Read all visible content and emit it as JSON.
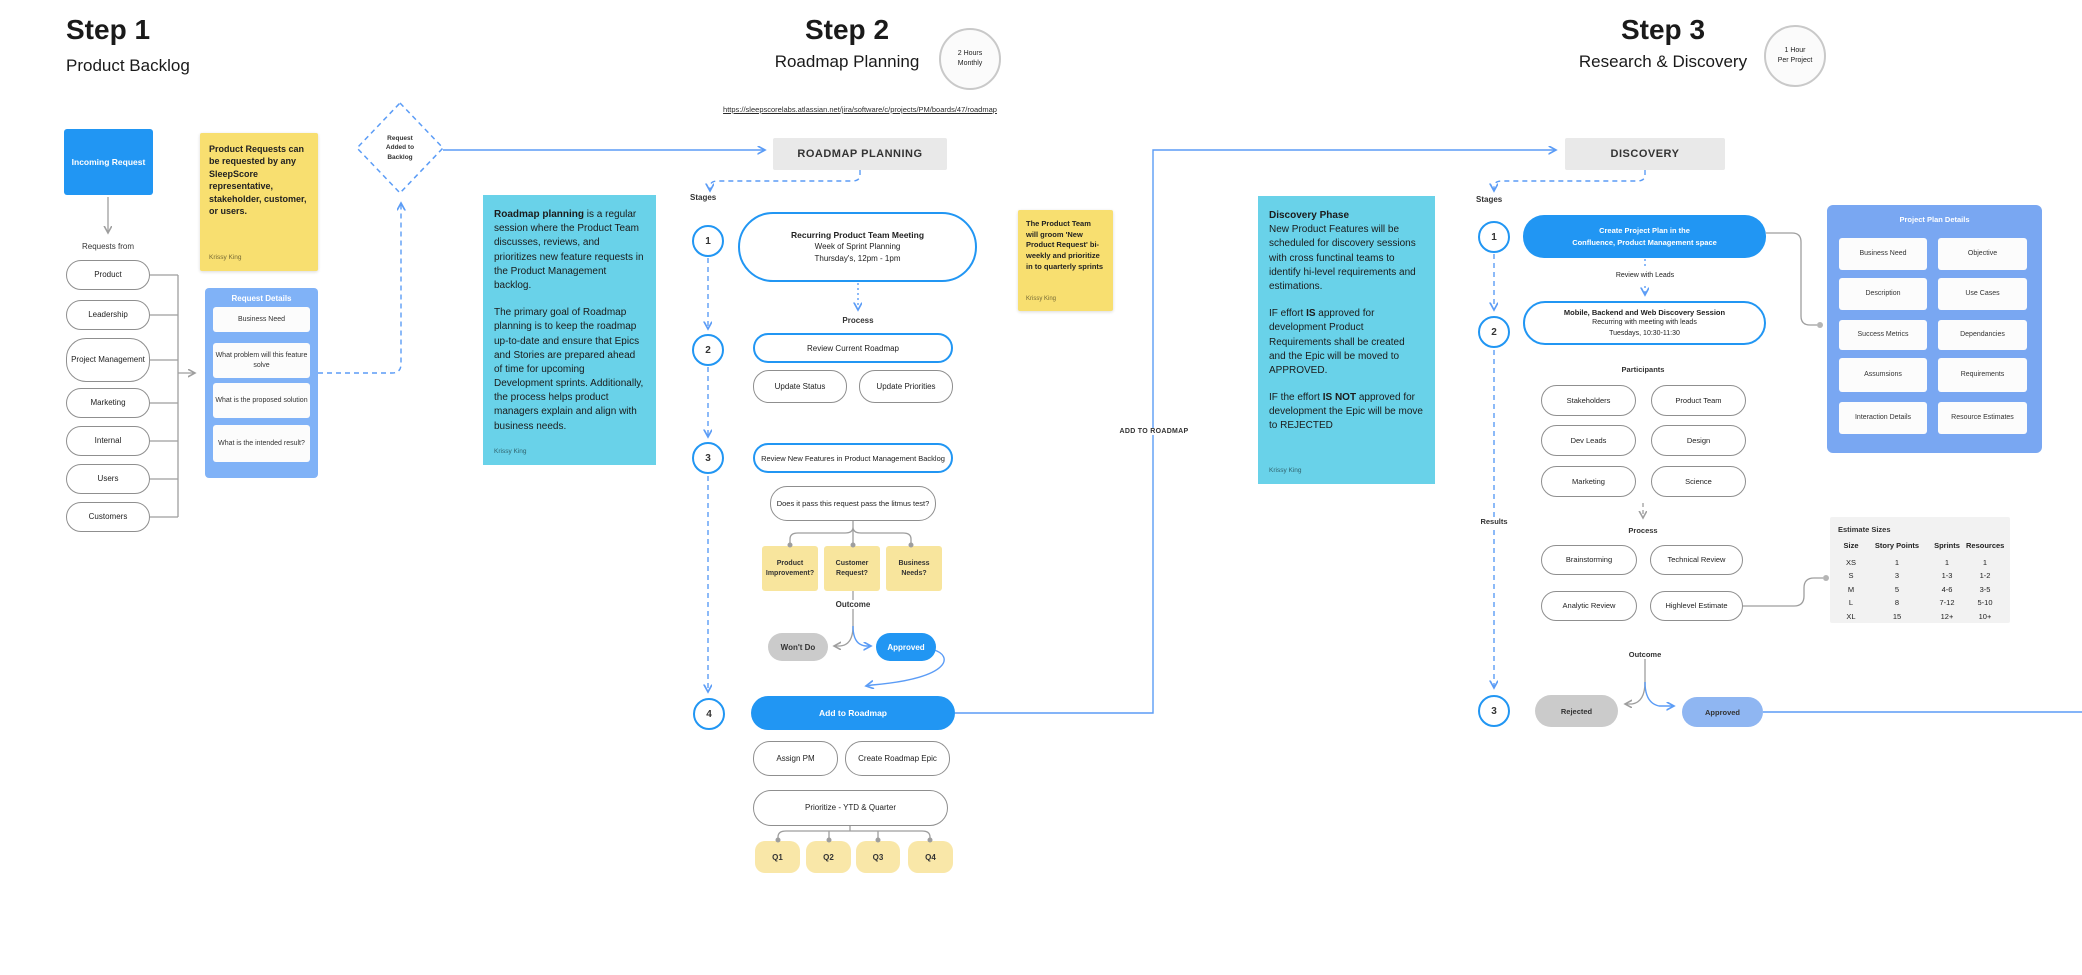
{
  "step1": {
    "title": "Step 1",
    "subtitle": "Product Backlog",
    "incoming_request": "Incoming Request",
    "requests_from_label": "Requests from",
    "sources": [
      "Product",
      "Leadership",
      "Project Management",
      "Marketing",
      "Internal",
      "Users",
      "Customers"
    ],
    "note": {
      "text": "Product Requests can be requested by any SleepScore representative, stakeholder, customer, or users.",
      "author": "Krissy King"
    },
    "request_details": {
      "title": "Request Details",
      "items": [
        "Business Need",
        "What problem will this feature solve",
        "What is the proposed solution",
        "What is the intended result?"
      ]
    },
    "decision": {
      "line1": "Request",
      "line2": "Added to",
      "line3": "Backlog"
    }
  },
  "step2": {
    "title": "Step 2",
    "subtitle": "Roadmap Planning",
    "badge": {
      "line1": "2 Hours",
      "line2": "Monthly"
    },
    "link": "https://sleepscorelabs.atlassian.net/jira/software/c/projects/PM/boards/47/roadmap",
    "header": "ROADMAP PLANNING",
    "stages_label": "Stages",
    "stage_numbers": [
      "1",
      "2",
      "3",
      "4"
    ],
    "description": {
      "p1_bold": "Roadmap planning",
      "p1_rest": " is a regular session where the Product Team discusses, reviews, and prioritizes new feature requests in the Product Management backlog.",
      "p2": "The primary goal of Roadmap planning is to keep the roadmap up-to-date and ensure that Epics and Stories are prepared ahead of time for upcoming Development sprints. Additionally, the process helps product managers explain and align with business needs.",
      "author": "Krissy King"
    },
    "meeting": {
      "line1": "Recurring Product Team Meeting",
      "line2": "Week of Sprint Planning",
      "line3": "Thursday's, 12pm - 1pm"
    },
    "process_label": "Process",
    "review_roadmap": "Review Current Roadmap",
    "update_status": "Update Status",
    "update_priorities": "Update Priorities",
    "review_new_features": "Review New Features in Product Management Backlog",
    "litmus_question": "Does it pass this request pass the litmus test?",
    "litmus_options": [
      "Product Improvement?",
      "Customer Request?",
      "Business Needs?"
    ],
    "outcome_label": "Outcome",
    "wont_do": "Won't Do",
    "approved": "Approved",
    "add_to_roadmap": "Add to Roadmap",
    "assign_pm": "Assign PM",
    "create_epic": "Create Roadmap Epic",
    "prioritize": "Prioritize - YTD & Quarter",
    "quarters": [
      "Q1",
      "Q2",
      "Q3",
      "Q4"
    ],
    "note": {
      "text": "The Product Team will groom 'New Product Request' bi-weekly and prioritize in to quarterly sprints",
      "author": "Krissy King"
    },
    "connector_label": "ADD TO ROADMAP"
  },
  "step3": {
    "title": "Step 3",
    "subtitle": "Research & Discovery",
    "badge": {
      "line1": "1 Hour",
      "line2": "Per Project"
    },
    "header": "DISCOVERY",
    "stages_label": "Stages",
    "stage_numbers": [
      "1",
      "2",
      "3"
    ],
    "description": {
      "heading": "Discovery Phase",
      "p1": "New Product Features will be scheduled for discovery sessions with cross functinal teams to identify hi-level requirements and estimations.",
      "p2_pre": "IF effort ",
      "p2_bold": "IS",
      "p2_post": " approved for development Product Requirements shall be created and the Epic will be moved to APPROVED.",
      "p3_pre": "IF the effort ",
      "p3_bold": "IS NOT",
      "p3_post": " approved for development the Epic will be move to REJECTED",
      "author": "Krissy King"
    },
    "create_plan": {
      "line1": "Create Project Plan in the",
      "line2": "Confluence, Product Management space"
    },
    "review_leads_label": "Review with Leads",
    "session": {
      "line1": "Mobile, Backend and Web Discovery Session",
      "line2": "Recurring with meeting with leads",
      "line3": "Tuesdays, 10:30-11:30"
    },
    "participants_label": "Participants",
    "participants": [
      "Stakeholders",
      "Product Team",
      "Dev Leads",
      "Design",
      "Marketing",
      "Science"
    ],
    "results_label": "Results",
    "process_label": "Process",
    "process_items": [
      "Brainstorming",
      "Technical Review",
      "Analytic Review",
      "Highlevel Estimate"
    ],
    "outcome_label": "Outcome",
    "rejected": "Rejected",
    "approved": "Approved",
    "project_plan": {
      "title": "Project Plan Details",
      "items": [
        "Business Need",
        "Objective",
        "Description",
        "Use Cases",
        "Success Metrics",
        "Dependancies",
        "Assumsions",
        "Requirements",
        "Interaction Details",
        "Resource Estimates"
      ]
    },
    "estimate_table": {
      "title": "Estimate Sizes",
      "headers": [
        "Size",
        "Story Points",
        "Sprints",
        "Resources"
      ],
      "rows": [
        [
          "XS",
          "1",
          "1",
          "1"
        ],
        [
          "S",
          "3",
          "1-3",
          "1-2"
        ],
        [
          "M",
          "5",
          "4-6",
          "3-5"
        ],
        [
          "L",
          "8",
          "7-12",
          "5-10"
        ],
        [
          "XL",
          "15",
          "12+",
          "10+"
        ]
      ]
    }
  }
}
